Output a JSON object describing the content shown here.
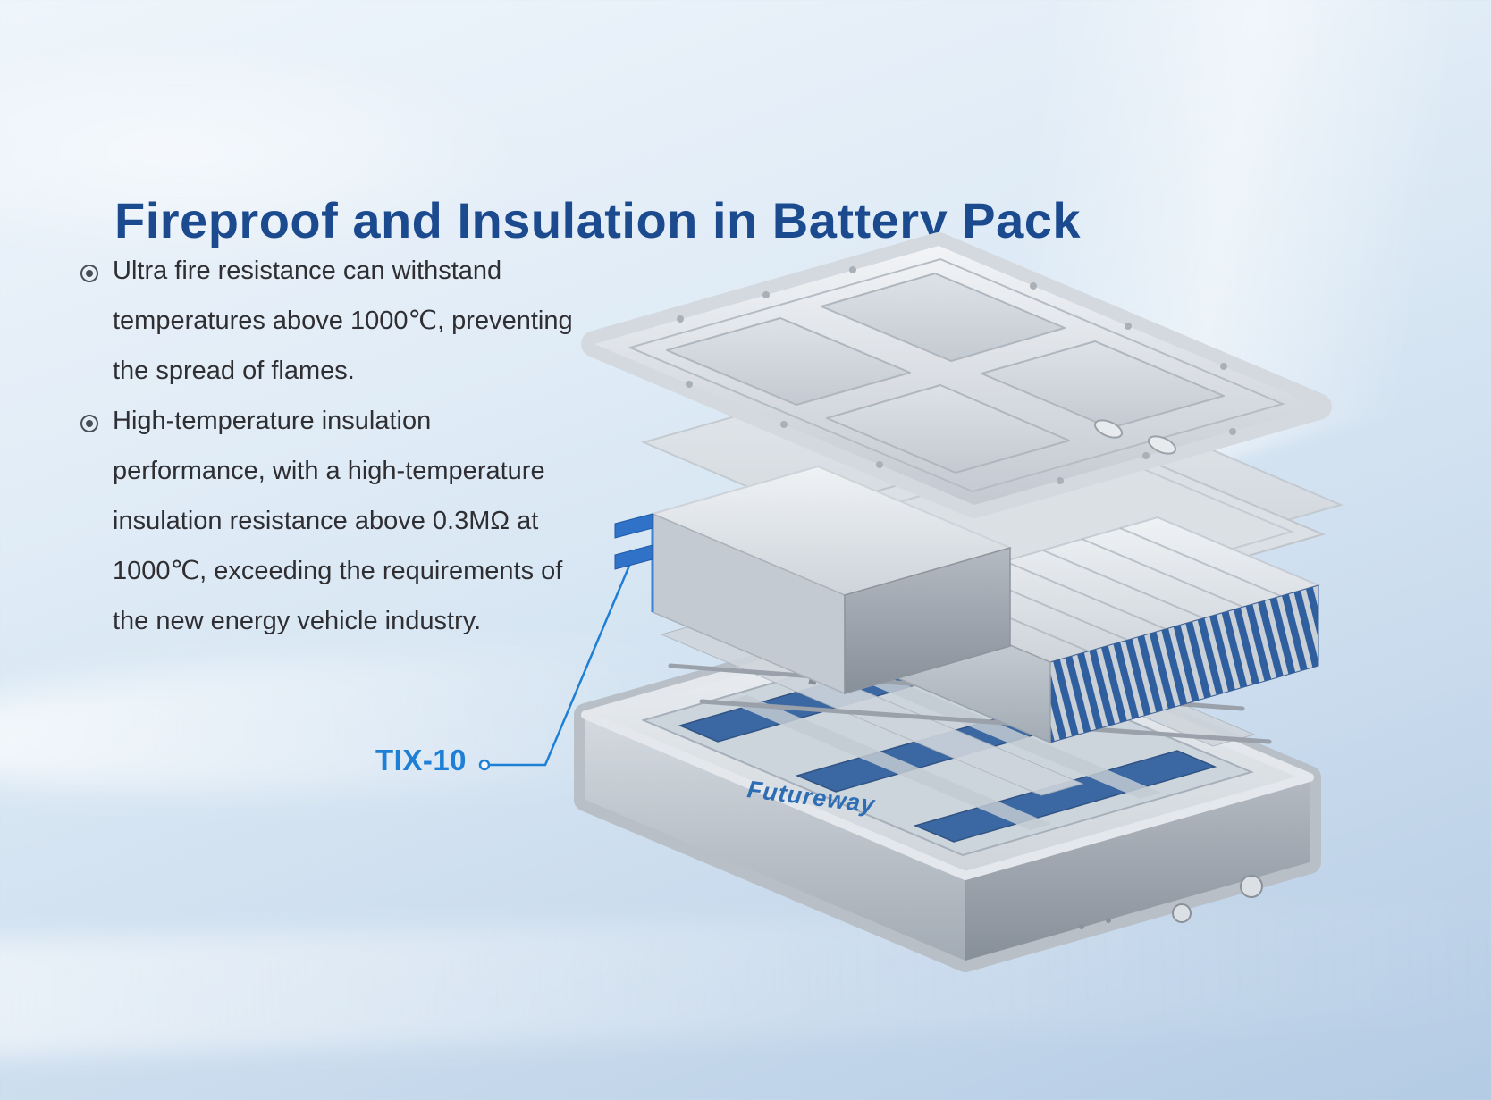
{
  "slide": {
    "title": "Fireproof and Insulation in Battery Pack",
    "bullets": [
      {
        "text": "Ultra fire resistance can withstand temperatures above 1000℃, preventing the spread of flames."
      },
      {
        "text": "High-temperature insulation performance, with a high-temperature insulation resistance above 0.3MΩ at 1000℃, exceeding the requirements of the new energy vehicle industry."
      }
    ],
    "callout_label": "TIX-10",
    "brand_logo": "Futureway"
  },
  "diagram": {
    "name": "battery-pack-exploded-view",
    "parts": [
      "top-cover",
      "insulation-sheets",
      "embossed-plate",
      "battery-module",
      "cell-stack",
      "busbar-tabs",
      "cooling-pipes",
      "bottom-tray"
    ],
    "labels": [
      "TIX-10"
    ]
  },
  "icons": {
    "bullet": "ring-dot-bullet",
    "callout_marker": "small-circle"
  },
  "colors": {
    "title": "#1b4a8f",
    "accent_blue": "#1e7fd6",
    "body_text": "#2f2f33",
    "brand_blue": "#2e6db4",
    "module_blue": "#2f5f9e",
    "metal_light": "#f0f2f5",
    "metal_dark": "#9aa2ab",
    "background_top": "#eef5fb",
    "background_bottom": "#b3cbe4"
  }
}
